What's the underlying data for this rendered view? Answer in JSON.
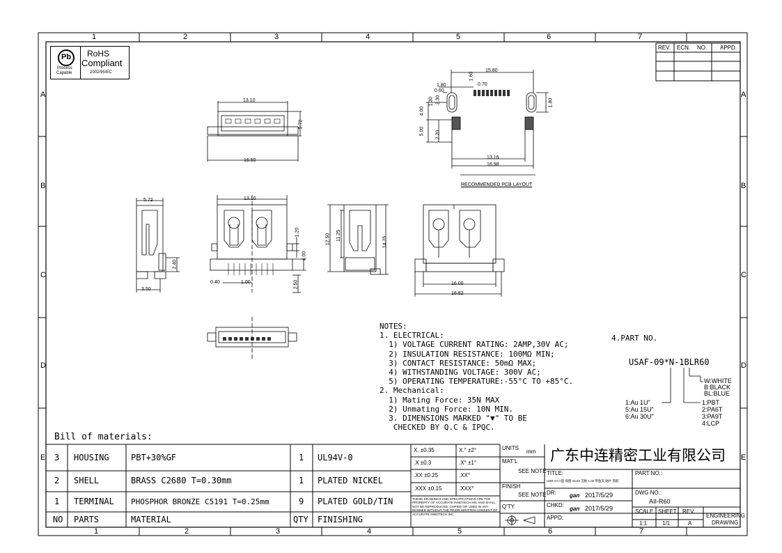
{
  "zones": {
    "cols": [
      "1",
      "2",
      "3",
      "4",
      "5",
      "6",
      "7"
    ],
    "rows": [
      "A",
      "B",
      "C",
      "D",
      "E"
    ]
  },
  "rohs": {
    "title": "RoHS",
    "subtitle": "Compliant",
    "directive": "2002/95/EC",
    "pb_label": "Pb",
    "pb_caption1": "Process",
    "pb_caption2": "Capable"
  },
  "revision_table": {
    "headers": [
      "REV.",
      "ECN.",
      "NO.",
      "APPD."
    ]
  },
  "dims": {
    "top_width": "13.10",
    "top_height": "5.72",
    "top_overall": "16.50",
    "pcb_15_80": "15.80",
    "pcb_1_60": "1.60",
    "pcb_0_70": "0.70",
    "pcb_1_80a": "1.80",
    "pcb_0_60": "0.60",
    "pcb_2_30": "2.30",
    "pcb_1_30": "1.30",
    "pcb_4_00": "4.00",
    "pcb_1_80b": "1.80",
    "pcb_5_00": "5.00",
    "pcb_2_20": "2.20",
    "pcb_13_16": "13.16",
    "pcb_16_98": "16.98",
    "pcb_label": "RECOMMENDED PCB LAYOUT",
    "side_5_72": "5.72",
    "side_2_40": "2.40",
    "side_3_50": "3.50",
    "front_13_10": "13.10",
    "front_1_20": "1.20",
    "front_4_00": "4.00",
    "front_2_50": "2.50",
    "front_0_40": "0.40",
    "front_1_00": "1.00",
    "rear_12_50": "12.50",
    "rear_11_25": "11.25",
    "rear_14_25": "14.25",
    "iso_16_00": "16.00",
    "iso_16_82": "16.82"
  },
  "notes": {
    "heading": "NOTES:",
    "lines": [
      "1. ELECTRICAL:",
      "  1) VOLTAGE CURRENT RATING: 2AMP,30V AC;",
      "  2) INSULATION RESISTANCE: 100MΩ MIN;",
      "  3) CONTACT RESISTANCE: 50mΩ MAX;",
      "  4) WITHSTANDING VOLTAGE: 300V AC;",
      "  5) OPERATING TEMPERATURE:-55°C TO +85°C.",
      "2. Mechanical:",
      "  1) Mating Force: 35N MAX",
      "  2) Unmating Force: 10N MIN.",
      "  3. DIMENSIONS MARKED \"▼\" TO BE",
      "   CHECKED BY Q.C & IPQC."
    ]
  },
  "part_no": {
    "heading": "4.PART NO.",
    "code": "USAF-09*N-1BLR60",
    "colors": [
      "W:WHITE",
      "B:BLACK",
      "BL:BLUE"
    ],
    "plating": [
      "1:Au 1U\"",
      "5:Au 15U\"",
      "6:Au 30U\""
    ],
    "materials": [
      "1:PBT",
      "2:PA6T",
      "3:PA9T",
      "4:LCP"
    ]
  },
  "bom": {
    "title": "Bill of materials:",
    "rows": [
      {
        "no": "3",
        "part": "HOUSING",
        "material": "PBT+30%GF",
        "qty": "1",
        "finish": "UL94V-0"
      },
      {
        "no": "2",
        "part": "SHELL",
        "material": "BRASS C2680 T=0.30mm",
        "qty": "1",
        "finish": "PLATED NICKEL"
      },
      {
        "no": "1",
        "part": "TERMINAL",
        "material": "PHOSPHOR BRONZE C5191 T=0.25mm",
        "qty": "9",
        "finish": "PLATED GOLD/TIN"
      }
    ],
    "header": {
      "no": "NO",
      "part": "PARTS",
      "material": "MATERIAL",
      "qty": "QTY",
      "finish": "FINISHING"
    }
  },
  "tolerance": {
    "rows": [
      [
        "X. ±0.35",
        "X.° ±2°"
      ],
      [
        ".X ±0.3",
        ".X° ±1°"
      ],
      [
        ".XX ±0.25",
        ".XX°"
      ],
      [
        ".XXX ±0.15",
        ".XXX°"
      ]
    ],
    "disclaimer": "THESE DRAWINGS AND SPECIFICATIONS ARE THE PROPERTY OF ACCURATE INNOTECH INC AND SHALL NOT BE REPRODUCED, COPIED OR USED IN ANY MANNER WITHOUT THE PRIOR WRITTEN CONSENT OF ACCURATE INNOTECH INC."
  },
  "units": {
    "label": "UNITS",
    "value": "mm"
  },
  "matl": {
    "label": "MAT'L",
    "value": "SEE NOTE"
  },
  "finish": {
    "label": "FINISH",
    "value": "SEE NOTE"
  },
  "qty": {
    "label": "Q'TY"
  },
  "title_block": {
    "company": "广东中连精密工业有限公司",
    "title_label": "TITLE:",
    "title_value": "USB 3.0 A型 母座 16.82 沉板 1.00 带鱼叉 贴片 黑胶",
    "partno_label": "PART NO.:",
    "dr_label": "DR:",
    "dr_name": "gan",
    "dr_date": "2017/5/29",
    "chkd_label": "CHKD:",
    "chkd_name": "gan",
    "chkd_date": "2017/5/29",
    "appd_label": "APPD:",
    "dwg_label": "DWG NO.:",
    "dwg_value": "AII-R60",
    "scale_label": "SCALE",
    "scale_value": "1:1",
    "sheet_label": "SHEET",
    "sheet_value": "1/1",
    "rev_label": "REV.",
    "rev_value": "A",
    "eng1": "ENGINEERING",
    "eng2": "DRAWING"
  }
}
